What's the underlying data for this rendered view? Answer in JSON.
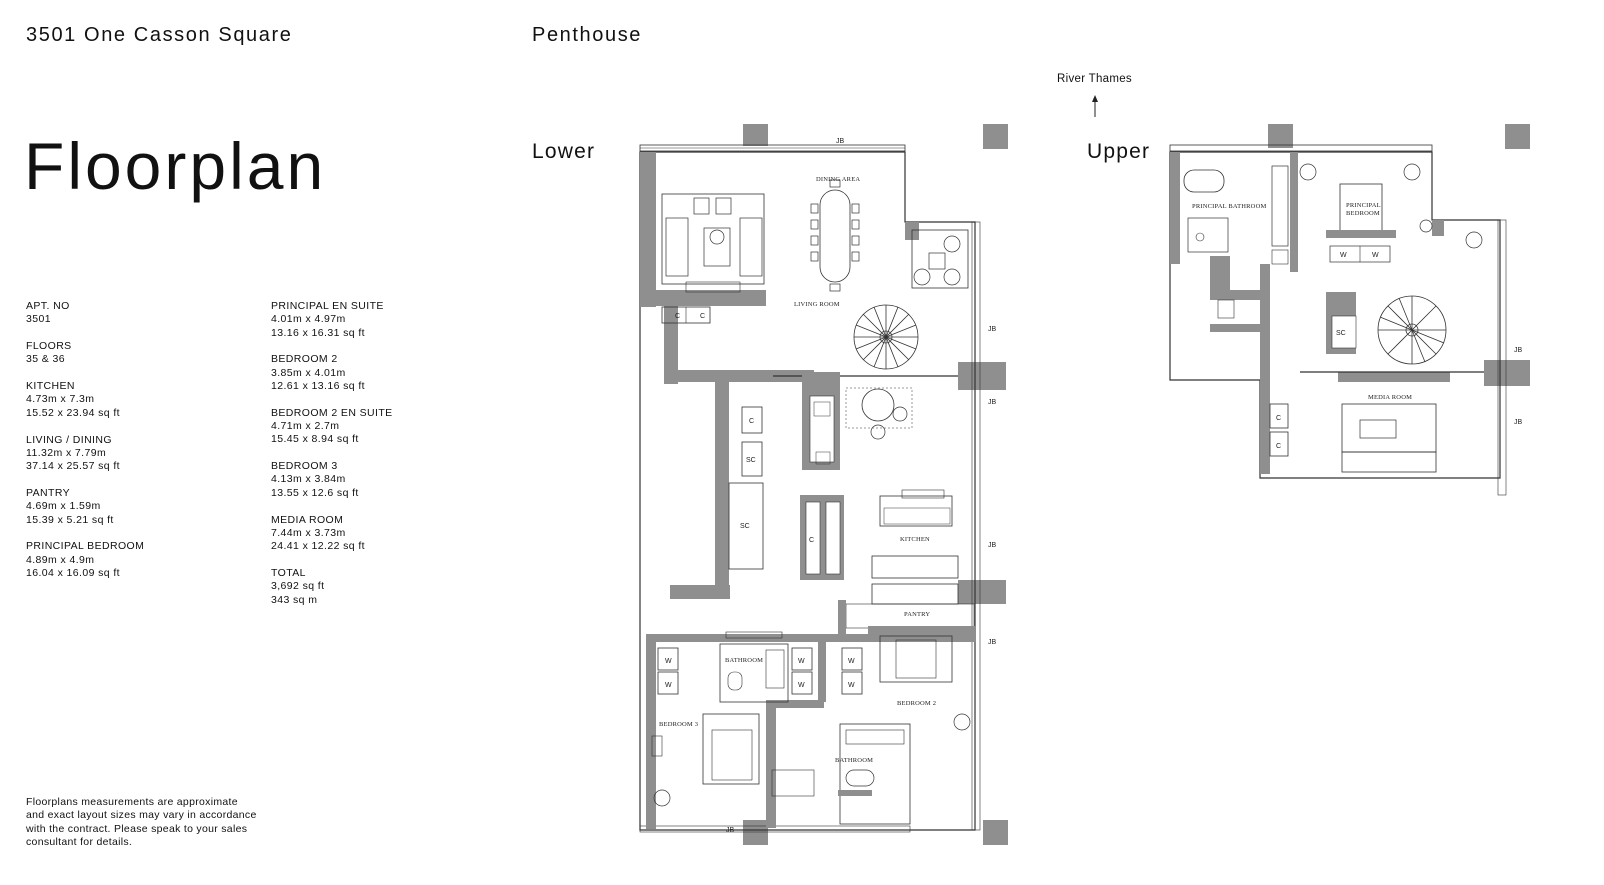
{
  "header": {
    "address": "3501 One Casson Square",
    "type": "Penthouse"
  },
  "title": "Floorplan",
  "specs_left": [
    {
      "label": "APT. NO",
      "lines": [
        "3501"
      ]
    },
    {
      "label": "FLOORS",
      "lines": [
        "35 & 36"
      ]
    },
    {
      "label": "KITCHEN",
      "lines": [
        "4.73m x 7.3m",
        "15.52 x 23.94 sq ft"
      ]
    },
    {
      "label": "LIVING / DINING",
      "lines": [
        "11.32m x 7.79m",
        "37.14 x 25.57 sq ft"
      ]
    },
    {
      "label": "PANTRY",
      "lines": [
        "4.69m x 1.59m",
        "15.39 x 5.21 sq ft"
      ]
    },
    {
      "label": "PRINCIPAL BEDROOM",
      "lines": [
        "4.89m x 4.9m",
        "16.04 x 16.09 sq ft"
      ]
    }
  ],
  "specs_right": [
    {
      "label": "PRINCIPAL EN SUITE",
      "lines": [
        "4.01m x 4.97m",
        "13.16 x 16.31 sq ft"
      ]
    },
    {
      "label": "BEDROOM 2",
      "lines": [
        "3.85m x 4.01m",
        "12.61 x 13.16 sq ft"
      ]
    },
    {
      "label": "BEDROOM 2 EN SUITE",
      "lines": [
        "4.71m x 2.7m",
        "15.45 x 8.94 sq ft"
      ]
    },
    {
      "label": "BEDROOM 3",
      "lines": [
        "4.13m x 3.84m",
        "13.55 x 12.6 sq ft"
      ]
    },
    {
      "label": "MEDIA ROOM",
      "lines": [
        "7.44m x 3.73m",
        "24.41 x 12.22 sq ft"
      ]
    },
    {
      "label": "TOTAL",
      "lines": [
        "3,692 sq ft",
        "343 sq m"
      ]
    }
  ],
  "disclaimer": "Floorplans measurements are approximate\nand exact layout sizes may vary in accordance\nwith the contract. Please speak to your sales\nconsultant for details.",
  "orientation": {
    "label": "River Thames"
  },
  "levels": {
    "lower": "Lower",
    "upper": "Upper"
  },
  "lower_rooms": {
    "dining": "DINING AREA",
    "living": "LIVING ROOM",
    "kitchen": "KITCHEN",
    "pantry": "PANTRY",
    "bathroom_top": "BATHROOM",
    "bedroom2": "BEDROOM 2",
    "bedroom3": "BEDROOM 3",
    "bathroom_bottom": "BATHROOM"
  },
  "upper_rooms": {
    "principal_bathroom": "PRINCIPAL BATHROOM",
    "principal_bedroom_1": "PRINCIPAL",
    "principal_bedroom_2": "BEDROOM",
    "media_room": "MEDIA ROOM"
  },
  "fixture_labels": {
    "jb": "JB",
    "cupboard": "C",
    "service_cupboard": "SC",
    "wardrobe": "W"
  },
  "colors": {
    "wall": "#8f8f8f",
    "line": "#333333",
    "text": "#111111"
  }
}
